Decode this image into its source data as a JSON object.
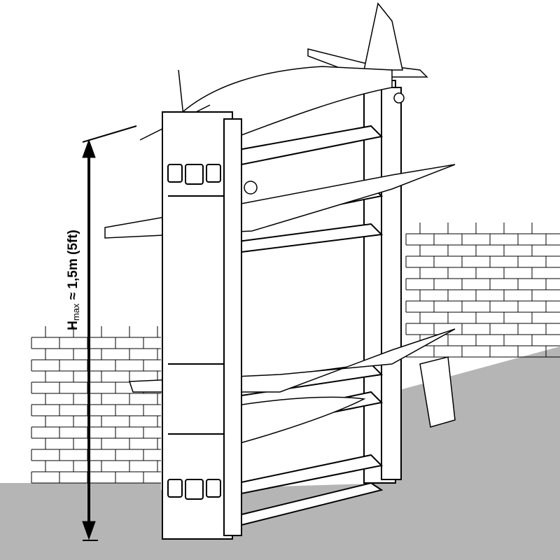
{
  "height_label": {
    "symbol": "H",
    "subscript": "max",
    "approx": " ≈ 1,5m (5ft)"
  },
  "colors": {
    "floor": "#b5b5b5",
    "line": "#000000",
    "background": "#ffffff"
  }
}
